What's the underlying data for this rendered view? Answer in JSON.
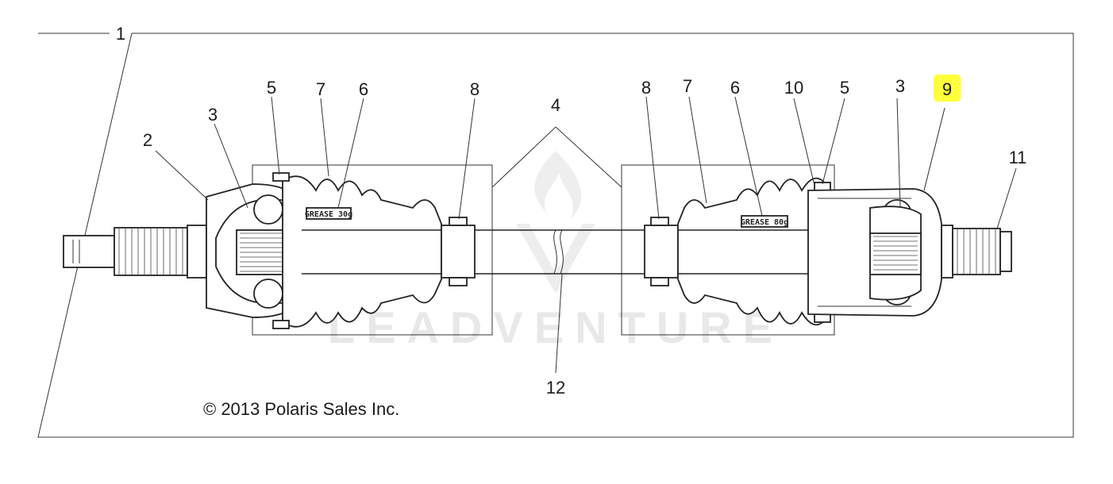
{
  "diagram": {
    "assembly_label": "1",
    "copyright": "© 2013 Polaris Sales Inc.",
    "watermark": "LEADVENTURE",
    "highlight_color": "#ffff3a",
    "callouts": [
      {
        "id": "1",
        "text": "1"
      },
      {
        "id": "2",
        "text": "2"
      },
      {
        "id": "3a",
        "text": "3"
      },
      {
        "id": "5a",
        "text": "5"
      },
      {
        "id": "7a",
        "text": "7"
      },
      {
        "id": "6a",
        "text": "6"
      },
      {
        "id": "8a",
        "text": "8"
      },
      {
        "id": "4",
        "text": "4"
      },
      {
        "id": "8b",
        "text": "8"
      },
      {
        "id": "7b",
        "text": "7"
      },
      {
        "id": "6b",
        "text": "6"
      },
      {
        "id": "10",
        "text": "10"
      },
      {
        "id": "5b",
        "text": "5"
      },
      {
        "id": "3b",
        "text": "3"
      },
      {
        "id": "9",
        "text": "9",
        "highlighted": true
      },
      {
        "id": "11",
        "text": "11"
      },
      {
        "id": "12",
        "text": "12"
      }
    ],
    "labels": {
      "grease_left": "GREASE 30g",
      "grease_right": "GREASE 80g"
    }
  }
}
